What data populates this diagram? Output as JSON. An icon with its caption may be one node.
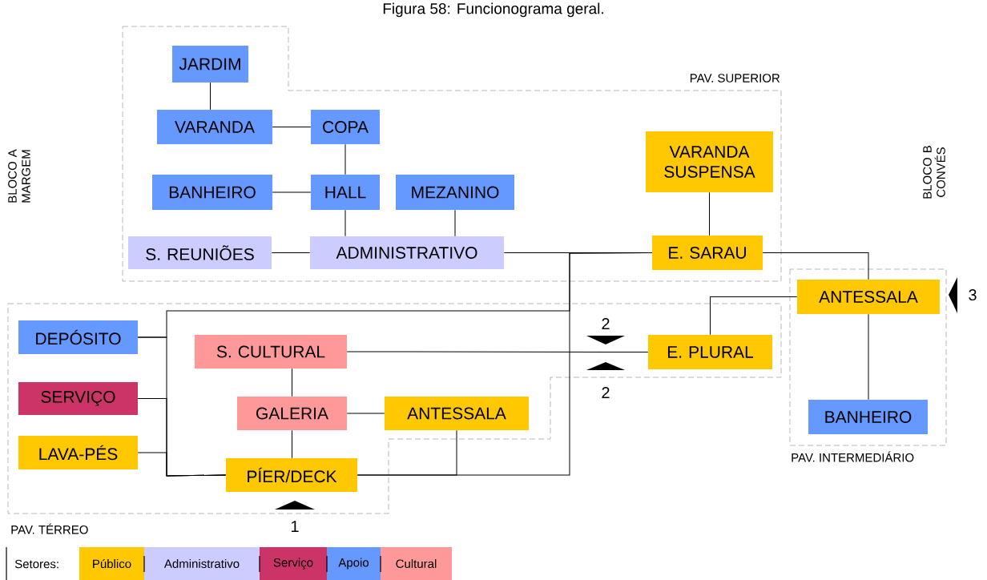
{
  "diagram": {
    "title": "Figura 58: Funcionograma geral.",
    "nodes": [
      {
        "text": [
          "JARDIM"
        ]
      },
      {
        "text": [
          "VARANDA"
        ]
      },
      {
        "text": [
          "COPA"
        ]
      },
      {
        "text": [
          "BANHEIRO"
        ]
      },
      {
        "text": [
          "HALL"
        ]
      },
      {
        "text": [
          "MEZANINO"
        ]
      },
      {
        "text": [
          "S. REUNIÕES"
        ]
      },
      {
        "text": [
          "ADMINISTRATIVO"
        ]
      },
      {
        "text": [
          "VARANDA SUSPENSA"
        ]
      },
      {
        "text": [
          "E. SARAU"
        ]
      },
      {
        "text": [
          "ANTESSALA"
        ]
      },
      {
        "text": [
          "DEPÓSITO"
        ]
      },
      {
        "text": [
          "S. CULTURAL"
        ]
      },
      {
        "text": [
          "E. PLURAL"
        ]
      },
      {
        "text": [
          "SERVIÇO"
        ]
      },
      {
        "text": [
          "GALERIA"
        ]
      },
      {
        "text": [
          "ANTESSALA"
        ]
      },
      {
        "text": [
          "LAVA-PÉS"
        ]
      },
      {
        "text": [
          "PÍER/DECK"
        ]
      },
      {
        "text": [
          "BANHEIRO"
        ]
      }
    ],
    "edges": [
      {
        "from": 0,
        "to": 1,
        "arrow": "none"
      },
      {
        "from": 1,
        "to": 2,
        "arrow": "none"
      },
      {
        "from": 2,
        "to": 4,
        "arrow": "none"
      },
      {
        "from": 3,
        "to": 4,
        "arrow": "none"
      },
      {
        "from": 4,
        "to": 7,
        "arrow": "none"
      },
      {
        "from": 5,
        "to": 7,
        "arrow": "none"
      },
      {
        "from": 6,
        "to": 7,
        "arrow": "none"
      },
      {
        "from": 8,
        "to": 9,
        "arrow": "none"
      },
      {
        "from": 7,
        "to": 9,
        "arrow": "none"
      },
      {
        "from": 9,
        "to": 10,
        "arrow": "none"
      },
      {
        "from": 10,
        "to": 13,
        "arrow": "none"
      },
      {
        "from": 10,
        "to": 19,
        "arrow": "none"
      },
      {
        "from": 12,
        "to": 13,
        "arrow": "none"
      },
      {
        "from": 12,
        "to": 15,
        "arrow": "none"
      },
      {
        "from": 15,
        "to": 18,
        "arrow": "none"
      },
      {
        "from": 15,
        "to": 16,
        "arrow": "none"
      },
      {
        "from": 11,
        "to": 18,
        "arrow": "none"
      },
      {
        "from": 14,
        "to": 18,
        "arrow": "none"
      },
      {
        "from": 17,
        "to": 18,
        "arrow": "none"
      },
      {
        "from": 16,
        "to": 18,
        "arrow": "none"
      },
      {
        "from": 18,
        "to": 9,
        "arrow": "none"
      },
      {
        "from": 11,
        "to": 9,
        "arrow": "none"
      }
    ],
    "labels": [
      "PAV. SUPERIOR",
      "BLOCO A MARGEM",
      "BLOCO B CONVÉS",
      "3",
      "2",
      "2",
      "PAV. INTERMEDIÁRIO",
      "1",
      "PAV. TÉRREO",
      "Setores:"
    ],
    "legend": [
      {
        "text": "Público",
        "color": "#ffc800"
      },
      {
        "text": "Administrativo",
        "color": "#ccccff"
      },
      {
        "text": "Serviço",
        "color": "#cc3366"
      },
      {
        "text": "Apoio",
        "color": "#6699ff"
      },
      {
        "text": "Cultural",
        "color": "#ff9999"
      }
    ]
  }
}
